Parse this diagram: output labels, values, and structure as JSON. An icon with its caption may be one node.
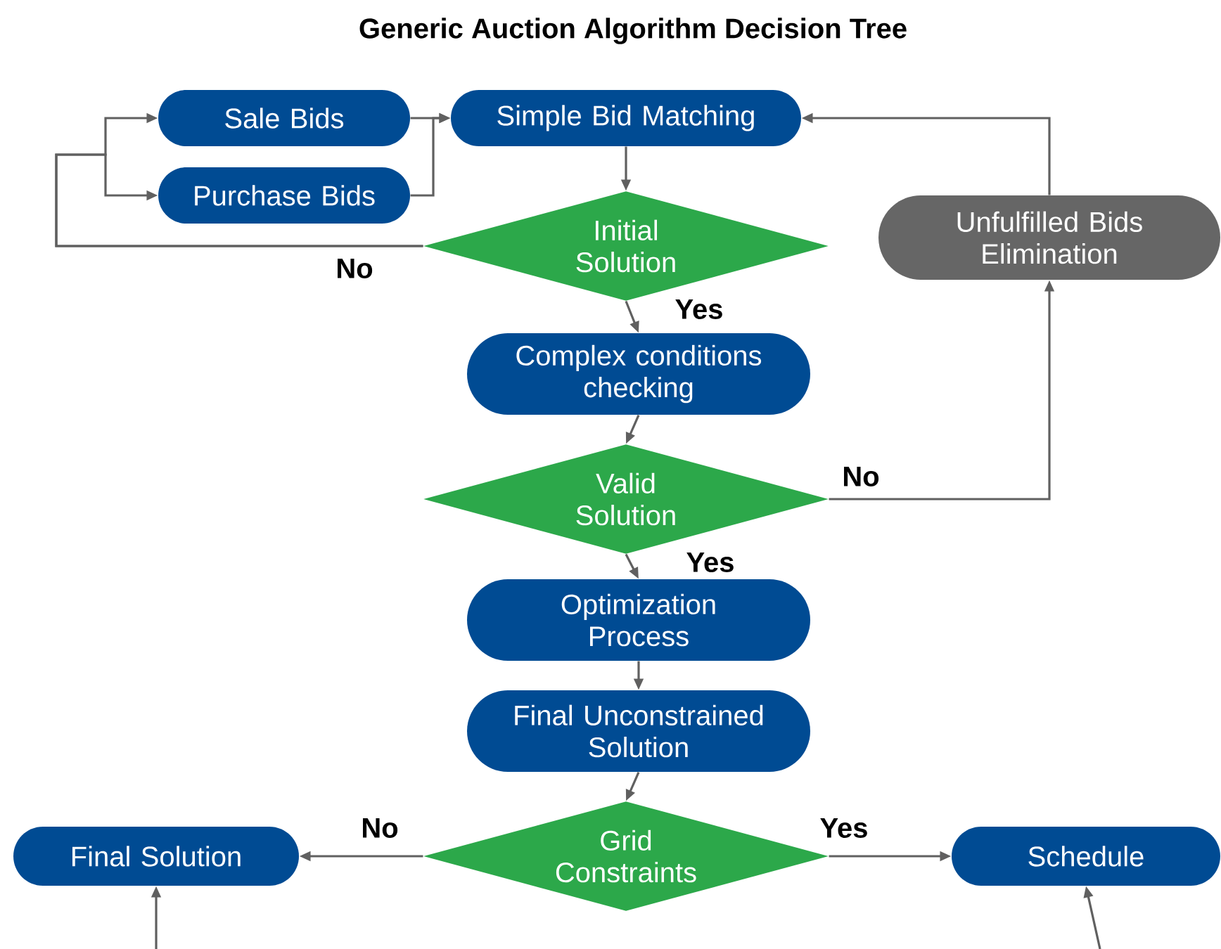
{
  "diagram": {
    "title": "Generic Auction Algorithm Decision Tree",
    "nodes": [
      {
        "text": [
          "Sale Bids"
        ]
      },
      {
        "text": [
          "Purchase Bids"
        ]
      },
      {
        "text": [
          "Simple Bid Matching"
        ]
      },
      {
        "text": [
          "Initial Solution"
        ]
      },
      {
        "text": [
          "Unfulfilled Bids Elimination"
        ]
      },
      {
        "text": [
          "Complex conditions checking"
        ]
      },
      {
        "text": [
          "Valid Solution"
        ]
      },
      {
        "text": [
          "Optimization Process"
        ]
      },
      {
        "text": [
          "Final Unconstrained Solution"
        ]
      },
      {
        "text": [
          "Grid Constraints"
        ]
      },
      {
        "text": [
          "Final Solution"
        ]
      },
      {
        "text": [
          "Schedule"
        ]
      }
    ],
    "edges": [
      {
        "from": 3,
        "to": 0,
        "arrow": "to",
        "label": "No"
      },
      {
        "from": 3,
        "to": 1,
        "arrow": "to"
      },
      {
        "from": 0,
        "to": 2,
        "arrow": "to"
      },
      {
        "from": 1,
        "to": 2,
        "arrow": "to"
      },
      {
        "from": 2,
        "to": 3,
        "arrow": "to"
      },
      {
        "from": 3,
        "to": 5,
        "arrow": "to",
        "label": "Yes"
      },
      {
        "from": 5,
        "to": 6,
        "arrow": "to"
      },
      {
        "from": 6,
        "to": 7,
        "arrow": "to",
        "label": "Yes"
      },
      {
        "from": 6,
        "to": 4,
        "arrow": "to",
        "label": "No"
      },
      {
        "from": 4,
        "to": 2,
        "arrow": "to"
      },
      {
        "from": 7,
        "to": 8,
        "arrow": "to"
      },
      {
        "from": 8,
        "to": 9,
        "arrow": "to"
      },
      {
        "from": 9,
        "to": 10,
        "arrow": "to",
        "label": "No"
      },
      {
        "from": 9,
        "to": 11,
        "arrow": "to",
        "label": "Yes"
      },
      {
        "from": null,
        "to": 10,
        "arrow": "to"
      },
      {
        "from": null,
        "to": 11,
        "arrow": "to"
      }
    ]
  }
}
